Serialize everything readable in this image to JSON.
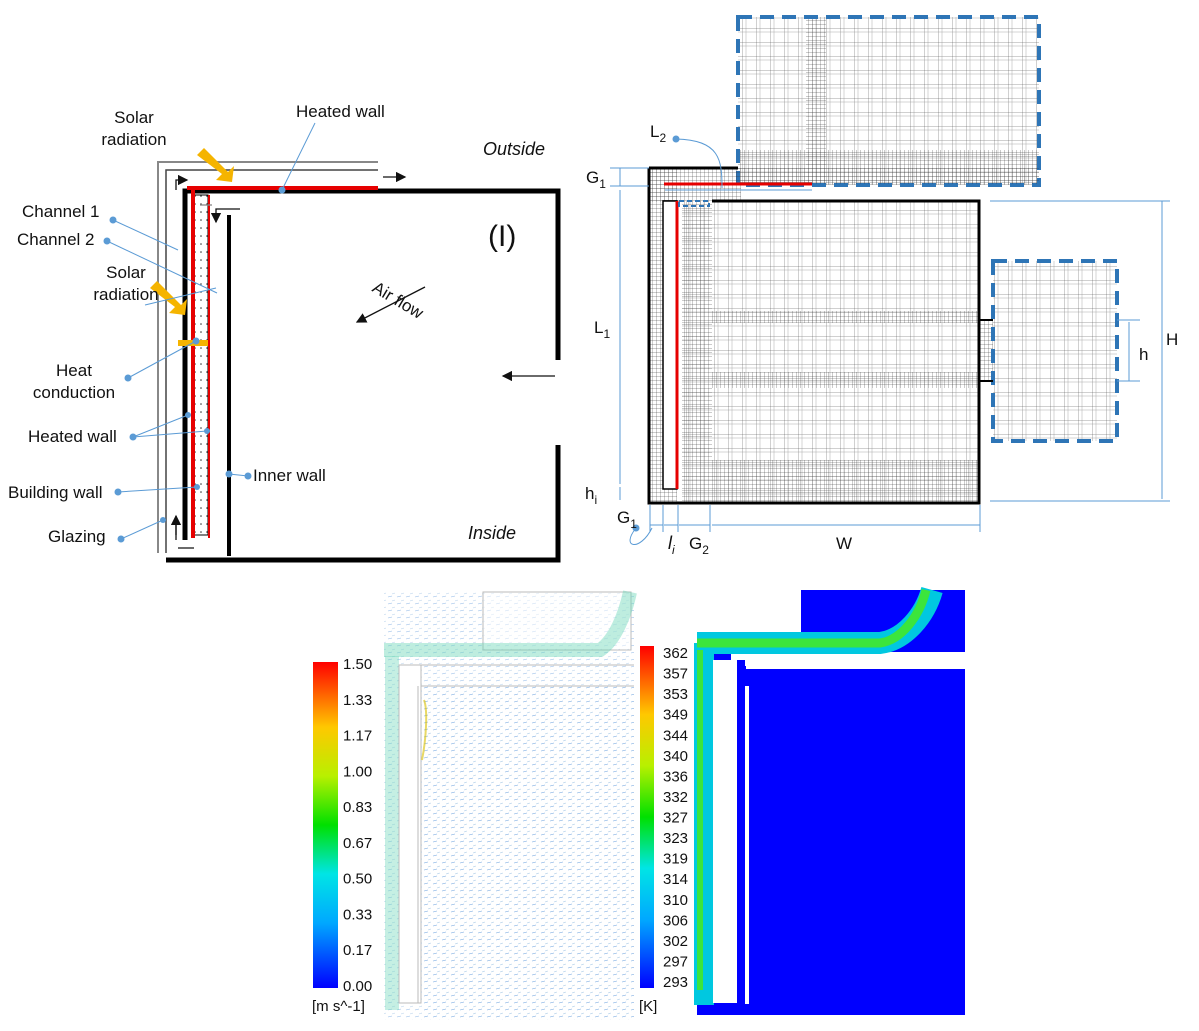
{
  "schematic": {
    "panel_label": "(I)",
    "outside": "Outside",
    "inside": "Inside",
    "air_flow": "Air flow",
    "labels": {
      "solar_radiation": "Solar radiation",
      "solar_radiation_2": "Solar radiation",
      "heated_wall_top": "Heated wall",
      "channel_1": "Channel 1",
      "channel_2": "Channel 2",
      "heat_conduction": "Heat conduction",
      "heated_wall": "Heated wall",
      "building_wall": "Building wall",
      "glazing": "Glazing",
      "inner_wall": "Inner wall"
    }
  },
  "mesh": {
    "L2": "L",
    "L2_sub": "2",
    "G1_top": "G",
    "G1_top_sub": "1",
    "L1": "L",
    "L1_sub": "1",
    "h": "h",
    "H": "H",
    "hi": "h",
    "hi_sub": "i",
    "G1_bottom": "G",
    "G1_bottom_sub": "1",
    "li": "l",
    "li_sub": "i",
    "G2": "G",
    "G2_sub": "2",
    "W": "W"
  },
  "velocity_legend": {
    "ticks": [
      "1.50",
      "1.33",
      "1.17",
      "1.00",
      "0.83",
      "0.67",
      "0.50",
      "0.33",
      "0.17",
      "0.00"
    ],
    "unit": "[m s^-1]"
  },
  "temperature_legend": {
    "ticks": [
      "362",
      "357",
      "353",
      "349",
      "344",
      "340",
      "336",
      "332",
      "327",
      "323",
      "319",
      "314",
      "310",
      "306",
      "302",
      "297",
      "293"
    ],
    "unit": "[K]"
  },
  "colors": {
    "heated_wall": "#e60000",
    "arrow_solar": "#f5b400",
    "leader": "#5b9bd5",
    "domain_dash": "#2e75b6",
    "cold_field": "#0000ff"
  }
}
